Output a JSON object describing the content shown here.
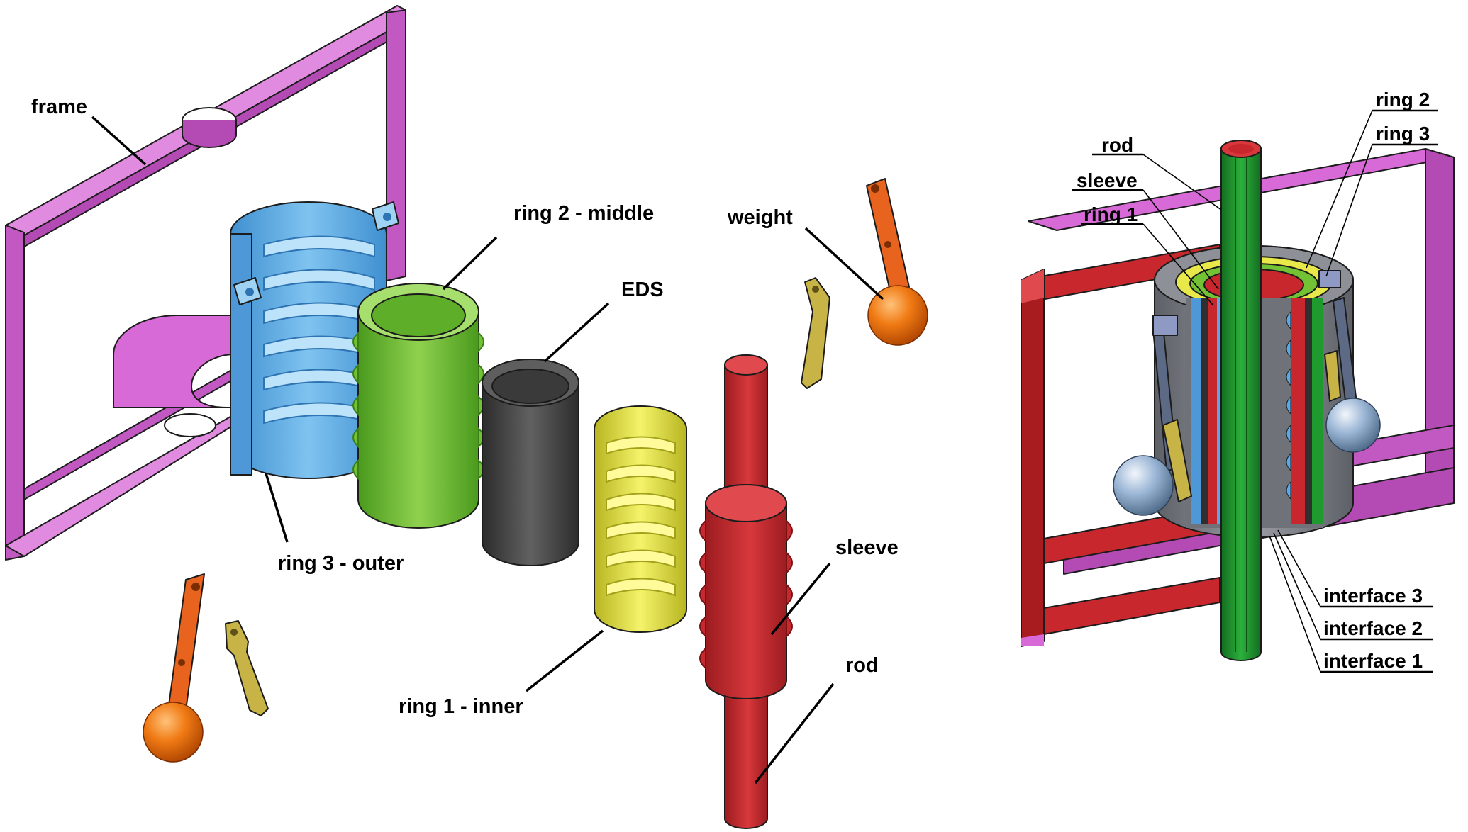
{
  "exploded_view": {
    "labels": {
      "frame": "frame",
      "ring3": "ring 3 - outer",
      "ring2": "ring 2 - middle",
      "eds": "EDS",
      "ring1": "ring 1 - inner",
      "weight": "weight",
      "sleeve": "sleeve",
      "rod": "rod"
    }
  },
  "assembled_view": {
    "labels": {
      "rod": "rod",
      "sleeve": "sleeve",
      "ring1": "ring 1",
      "ring2": "ring 2",
      "ring3": "ring 3",
      "interface3": "interface 3",
      "interface2": "interface 2",
      "interface1": "interface 1"
    }
  },
  "colors": {
    "frame": "#d25fd2",
    "ring3": "#5aa9e6",
    "ring2": "#73c234",
    "eds": "#4a4a4a",
    "ring1": "#e8e84a",
    "sleeve_rod": "#c8282d",
    "weight_ball": "#f07a14",
    "weight_arm": "#e8641e",
    "link": "#c8b446",
    "assembly_rod": "#1f9a2e",
    "assembly_ball": "#9bb6d6",
    "assembly_body": "#7c7f86"
  }
}
